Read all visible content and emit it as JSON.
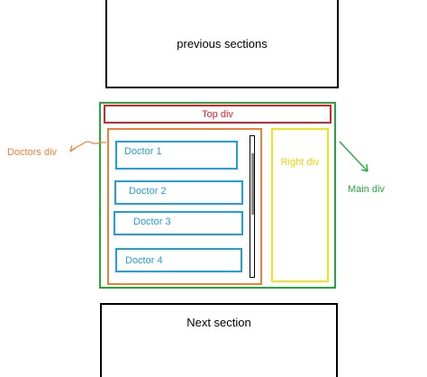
{
  "sections": {
    "previous": "previous sections",
    "next": "Next section"
  },
  "containers": {
    "top_div": "Top div",
    "right_div": "Right div"
  },
  "doctors": [
    "Doctor 1",
    "Doctor 2",
    "Doctor 3",
    "Doctor 4"
  ],
  "annotations": {
    "doctors_div": "Doctors div",
    "main_div": "Main div"
  },
  "colors": {
    "main": "#22a83a",
    "top": "#d9232e",
    "doctors": "#f07f33",
    "right": "#f2e21c",
    "doctor_item": "#1ea0dc",
    "section": "#000000"
  }
}
